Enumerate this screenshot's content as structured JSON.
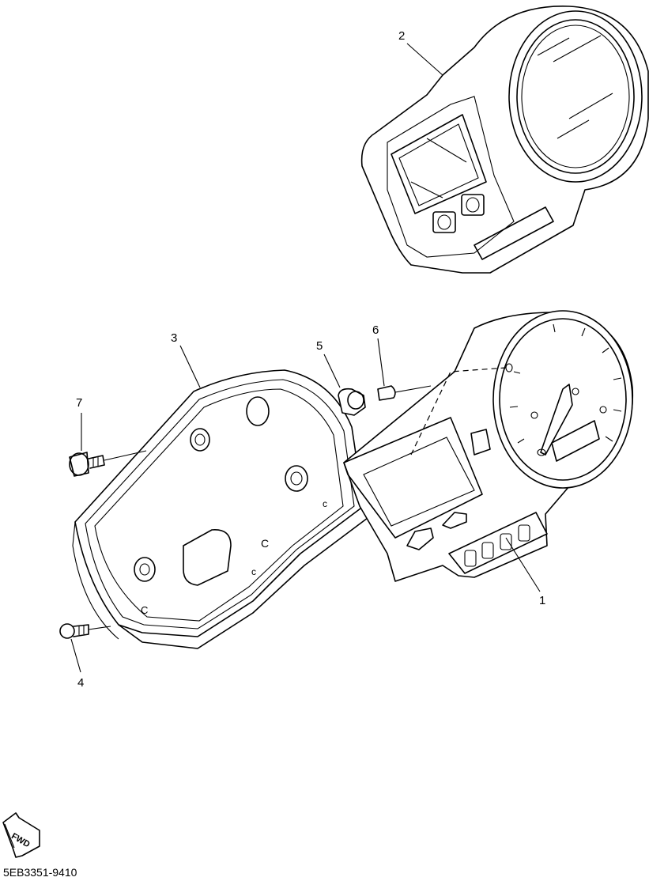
{
  "callouts": {
    "part_1": "1",
    "part_2": "2",
    "part_3": "3",
    "part_4": "4",
    "part_5": "5",
    "part_6": "6",
    "part_7": "7"
  },
  "fwd_label": "FWD",
  "diagram_code": "5EB3351-9410"
}
